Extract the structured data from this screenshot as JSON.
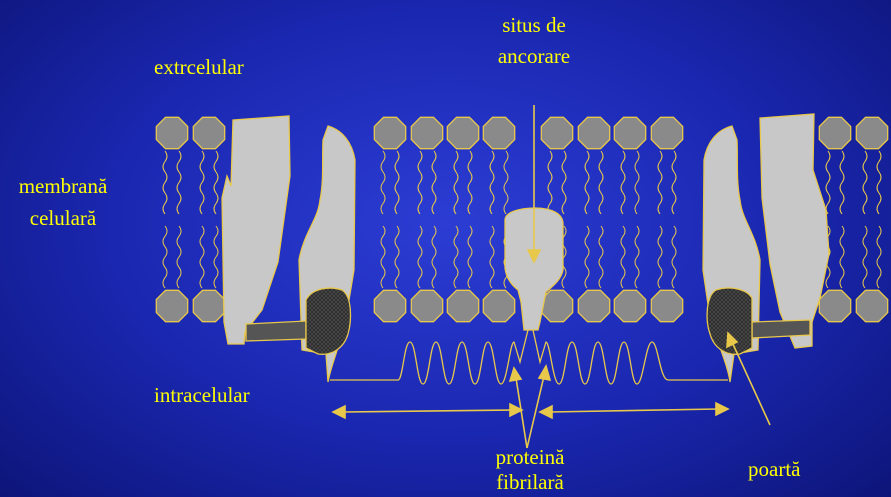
{
  "labels": {
    "extracellular": "extrcelular",
    "anchor_site_line1": "situs de",
    "anchor_site_line2": "ancorare",
    "membrane_line1": "membrană",
    "membrane_line2": "celulară",
    "intracellular": "intracelular",
    "fibrillar_line1": "proteină",
    "fibrillar_line2": "fibrilară",
    "gate": "poartă"
  },
  "colors": {
    "background": "#1a27b0",
    "text": "#ffff00",
    "lipid_head": "#8a8a8a",
    "outline": "#e8c84a",
    "protein": "#c8c8c8",
    "gate": "#555555"
  }
}
